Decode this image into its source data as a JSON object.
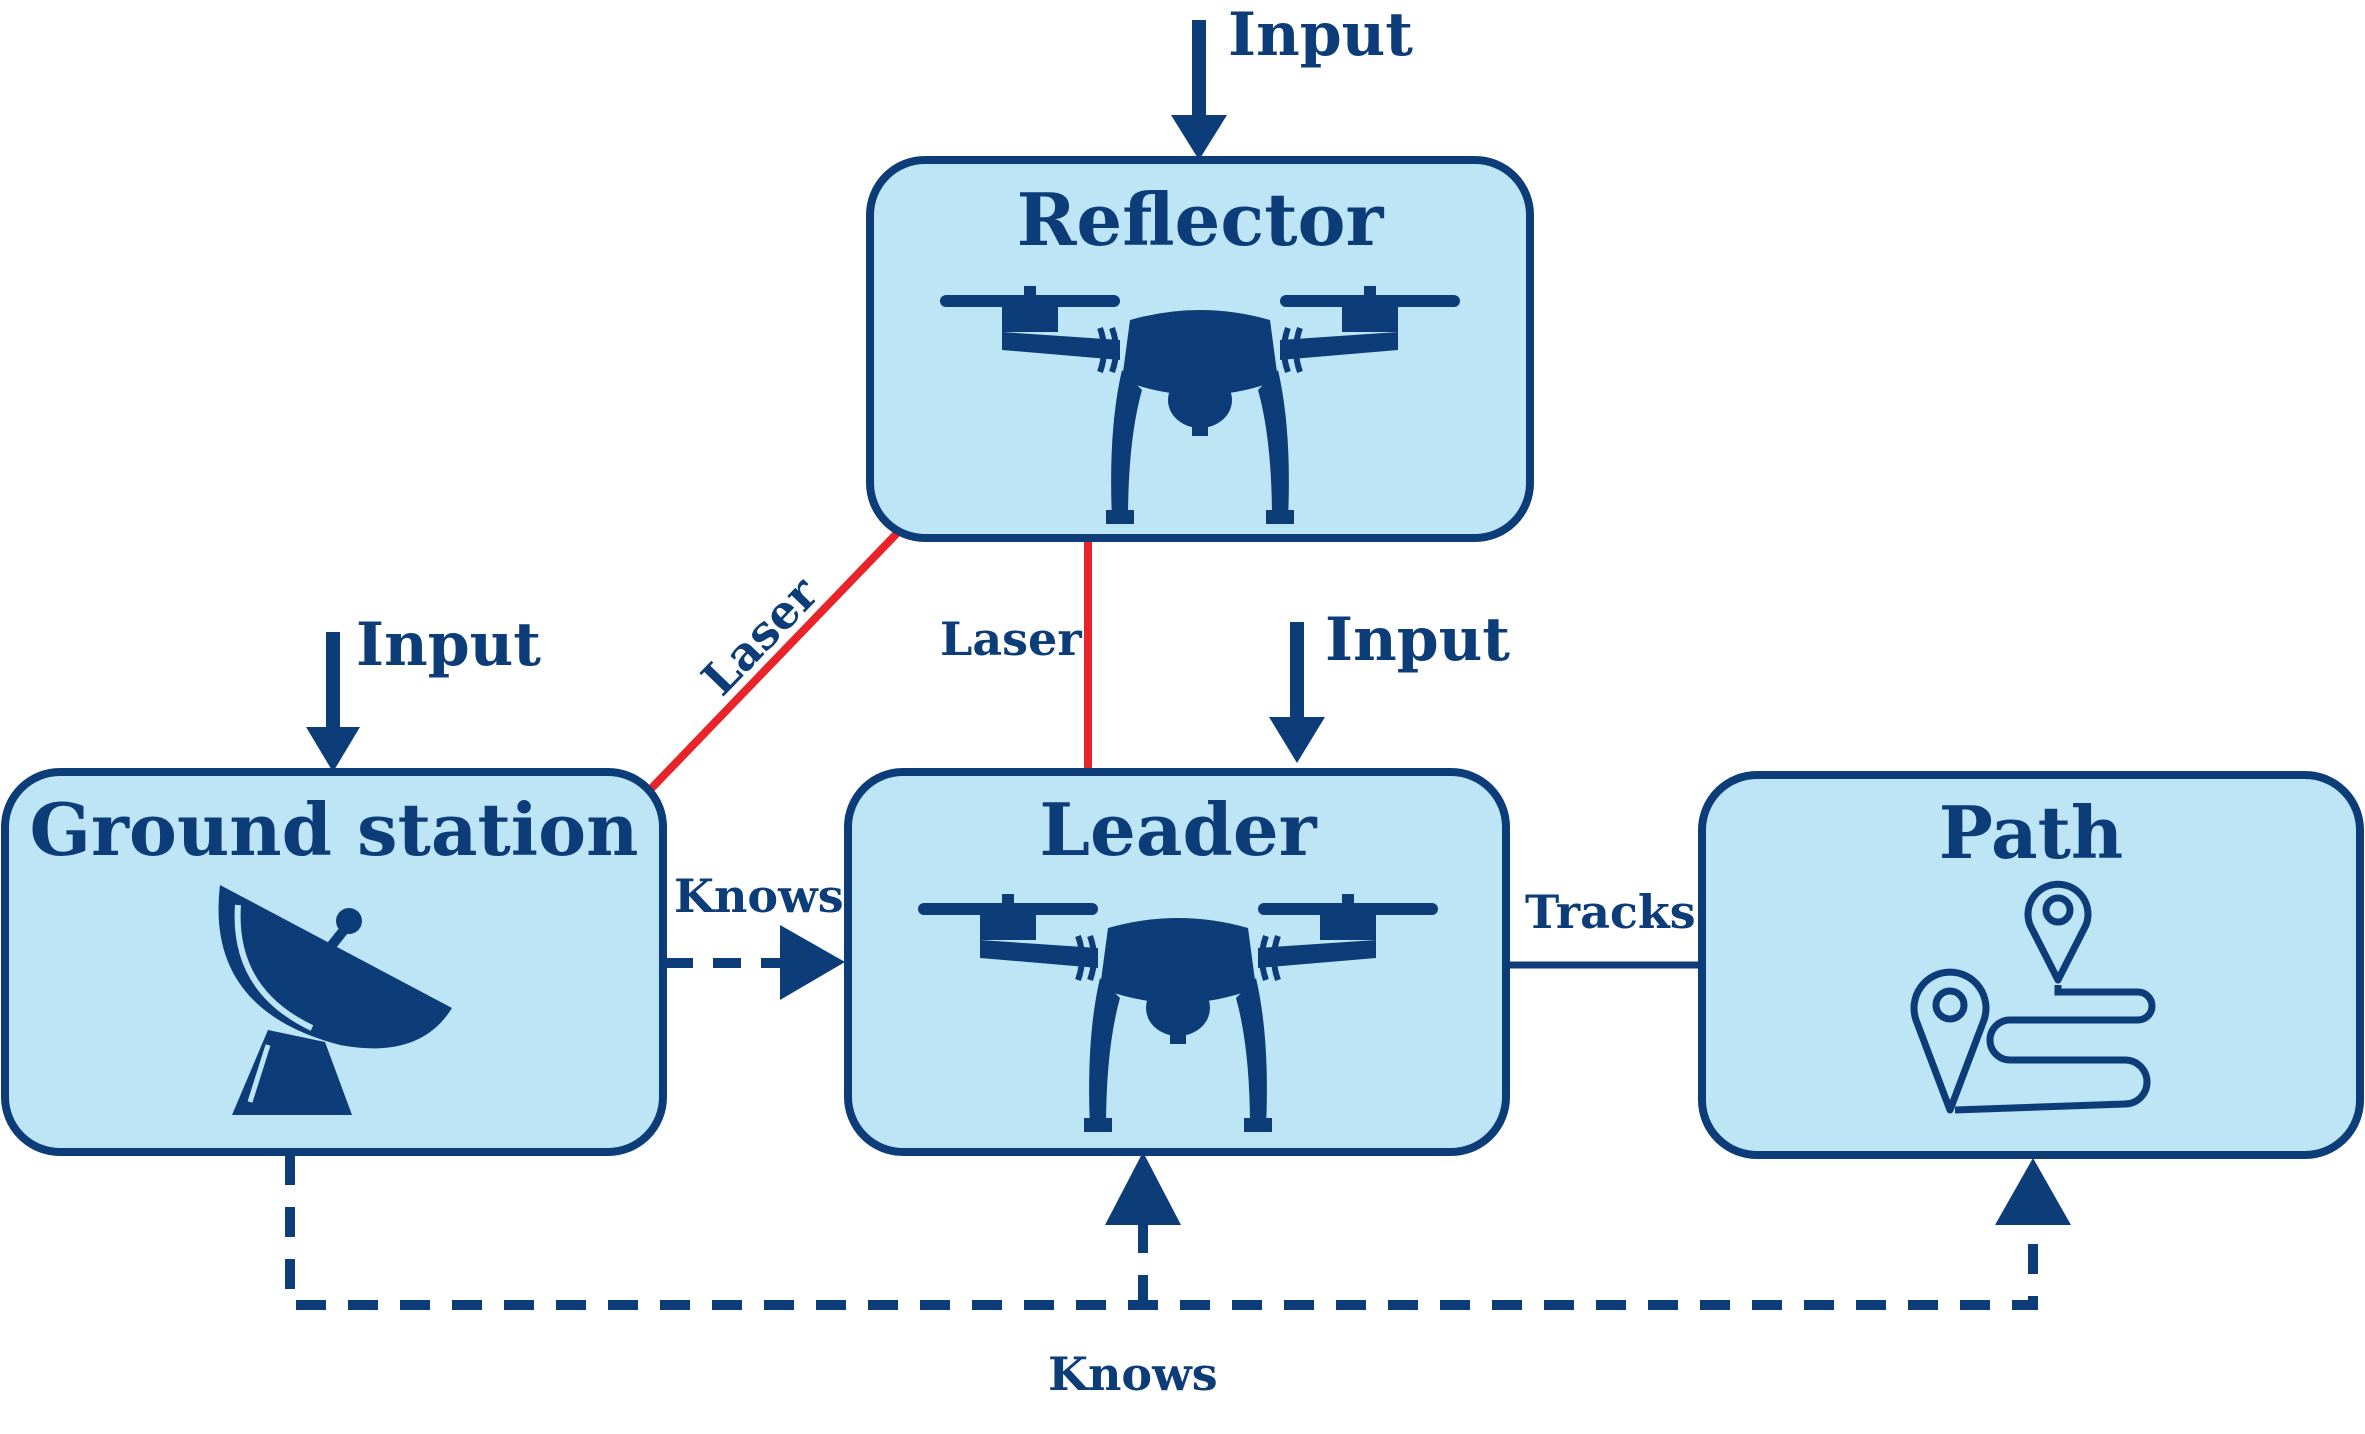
{
  "colors": {
    "node_fill": "#bde5f6",
    "node_stroke": "#0c3d78",
    "laser": "#e8232a",
    "ink": "#0c3d78"
  },
  "nodes": {
    "reflector": {
      "title": "Reflector",
      "icon": "drone-icon"
    },
    "ground_station": {
      "title": "Ground station",
      "icon": "satellite-dish-icon"
    },
    "leader": {
      "title": "Leader",
      "icon": "drone-icon"
    },
    "path": {
      "title": "Path",
      "icon": "map-route-icon"
    }
  },
  "inputs": {
    "reflector": "Input",
    "ground_station": "Input",
    "leader": "Input"
  },
  "edges": {
    "laser_ground_reflector": "Laser",
    "laser_reflector_leader": "Laser",
    "knows_ground_leader": "Knows",
    "tracks_leader_path": "Tracks",
    "knows_bottom": "Knows"
  }
}
